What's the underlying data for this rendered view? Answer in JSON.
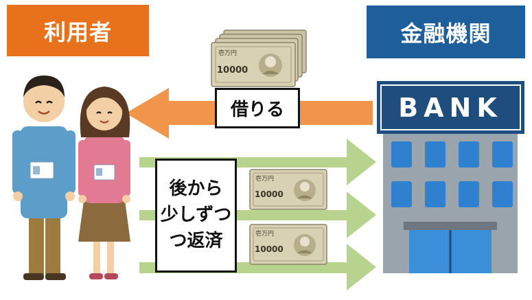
{
  "headers": {
    "user": "利用者",
    "bank": "金融機関"
  },
  "labels": {
    "borrow": "借りる",
    "repay_lines": [
      "後から",
      "少しずつ",
      "つ返済"
    ]
  },
  "bank_building": {
    "sign": "BANK"
  },
  "banknote": {
    "denomination": "10000",
    "small_text": "壱万円"
  },
  "colors": {
    "user_header": "#e8711c",
    "bank_header": "#1d5e9b",
    "borrow_arrow": "#f0954a",
    "repay_arrow": "#b7d38d",
    "note": "#c9c2a4",
    "bank_sign": "#1f4d7e",
    "bank_window": "#2f80cf"
  }
}
